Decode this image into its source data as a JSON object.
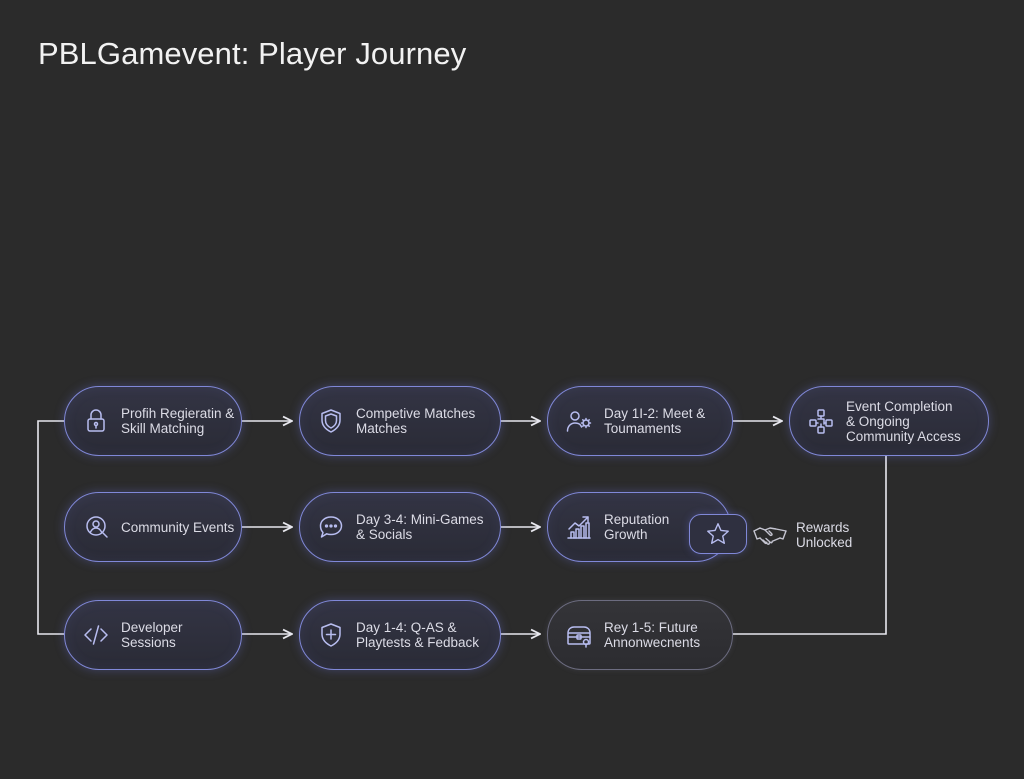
{
  "title": "PBLGamevent: Player Journey",
  "nodes": {
    "n1": {
      "label": "Profih Regieratin &\nSkill Matching",
      "icon": "lock-icon"
    },
    "n2": {
      "label": "Competive Matches\nMatches",
      "icon": "shield-icon"
    },
    "n3": {
      "label": "Day 1I-2: Meet &\nToumaments",
      "icon": "people-gear-icon"
    },
    "n4": {
      "label": "Event Completion\n& Ongoing\nCommunity Access",
      "icon": "network-icon"
    },
    "n5": {
      "label": "Community Events",
      "icon": "community-search-icon"
    },
    "n6": {
      "label": "Day 3-4: Mini-Games\n& Socials",
      "icon": "chat-bubble-icon"
    },
    "n7": {
      "label": "Reputation\nGrowth",
      "icon": "growth-chart-icon"
    },
    "n8": {
      "label": "Developer\nSessions",
      "icon": "code-icon"
    },
    "n9": {
      "label": "Day 1-4: Q-AS &\nPlaytests & Fedback",
      "icon": "shield-plus-icon"
    },
    "n10": {
      "label": "Rey 1-5: Future\nAnnonwecnents",
      "icon": "treasure-chest-icon"
    }
  },
  "star": {
    "icon": "star-icon"
  },
  "rewards": {
    "label": "Rewards\nUnlocked",
    "icon": "handshake-icon"
  },
  "colors": {
    "background": "#2b2b2b",
    "node_border": "#8088d8",
    "connector": "#e8e8ee"
  }
}
